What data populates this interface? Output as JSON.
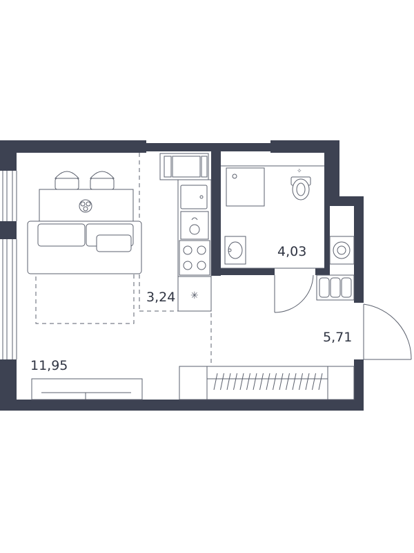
{
  "colors": {
    "wall": "#3d4252",
    "line": "#5a5f6c",
    "background": "#ffffff"
  },
  "rooms": [
    {
      "name": "living-room",
      "area": "11,95"
    },
    {
      "name": "kitchen",
      "area": "3,24"
    },
    {
      "name": "bathroom",
      "area": "4,03"
    },
    {
      "name": "hallway",
      "area": "5,71"
    }
  ]
}
